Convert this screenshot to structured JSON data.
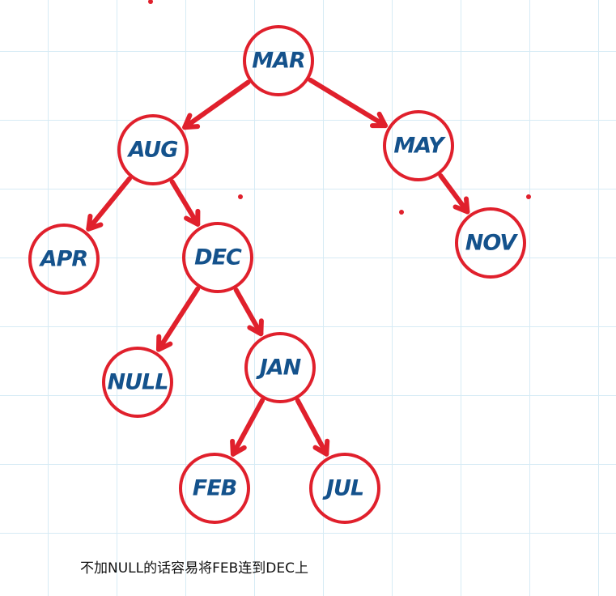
{
  "diagram": {
    "nodes": [
      {
        "id": "mar",
        "label": "MAR"
      },
      {
        "id": "aug",
        "label": "AUG"
      },
      {
        "id": "may",
        "label": "MAY"
      },
      {
        "id": "apr",
        "label": "APR"
      },
      {
        "id": "dec",
        "label": "DEC"
      },
      {
        "id": "nov",
        "label": "NOV"
      },
      {
        "id": "null",
        "label": "NULL"
      },
      {
        "id": "jan",
        "label": "JAN"
      },
      {
        "id": "feb",
        "label": "FEB"
      },
      {
        "id": "jul",
        "label": "JUL"
      }
    ],
    "edges": [
      {
        "from": "mar",
        "to": "aug"
      },
      {
        "from": "mar",
        "to": "may"
      },
      {
        "from": "aug",
        "to": "apr"
      },
      {
        "from": "aug",
        "to": "dec"
      },
      {
        "from": "may",
        "to": "nov"
      },
      {
        "from": "dec",
        "to": "null"
      },
      {
        "from": "dec",
        "to": "jan"
      },
      {
        "from": "jan",
        "to": "feb"
      },
      {
        "from": "jan",
        "to": "jul"
      }
    ],
    "node_color": "#e0202c",
    "label_color": "#14528c",
    "edge_color": "#e0202c"
  },
  "caption": "不加NULL的话容易将FEB连到DEC上"
}
